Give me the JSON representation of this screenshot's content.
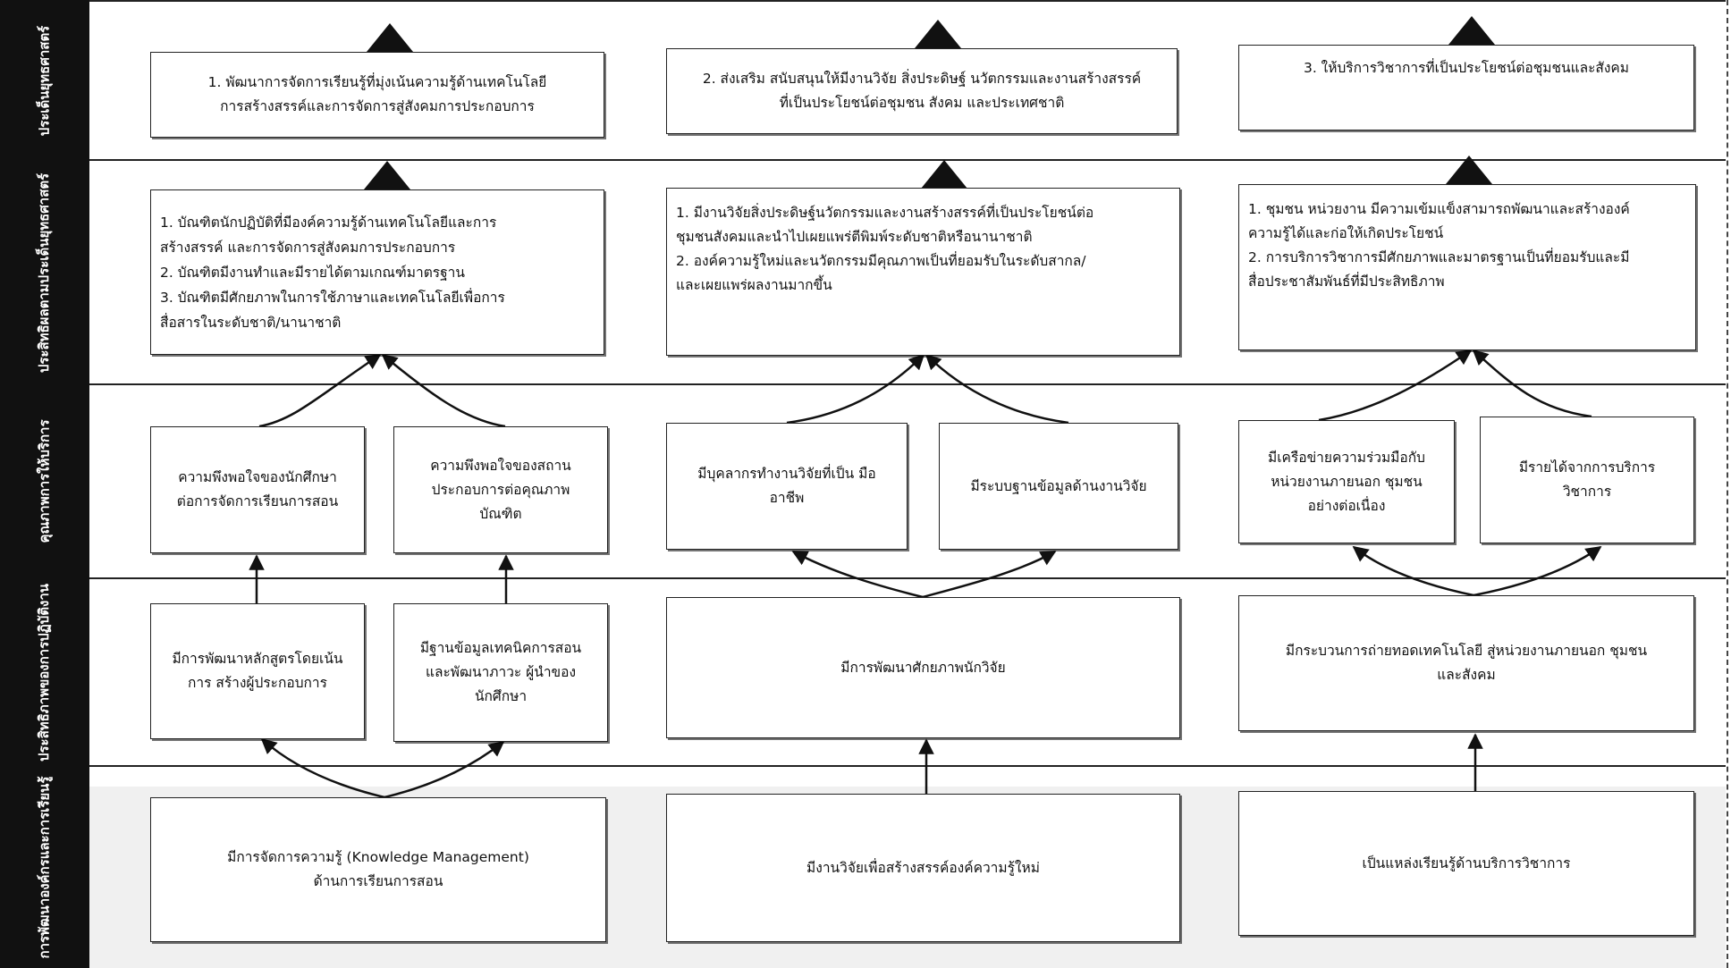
{
  "bands": [
    {
      "id": "strategy",
      "label": [
        "ประเด็นยุทธศาสตร์"
      ]
    },
    {
      "id": "outcome",
      "label": [
        "ประสิทธิผลตามประเด็น",
        "ยุทธศาสตร์"
      ]
    },
    {
      "id": "service",
      "label": [
        "คุณภาพการให้บริการ"
      ]
    },
    {
      "id": "process",
      "label": [
        "ประสิทธิภาพของการ",
        "ปฏิบัติงาน"
      ]
    },
    {
      "id": "learning",
      "label": [
        "การพัฒนาองค์กรและ",
        "การเรียนรู้"
      ]
    }
  ],
  "strategies": [
    {
      "lines": [
        "1. พัฒนาการจัดการเรียนรู้ที่มุ่งเน้นความรู้ด้านเทคโนโลยี",
        "การสร้างสรรค์และการจัดการสู่สังคมการประกอบการ"
      ]
    },
    {
      "lines": [
        "2. ส่งเสริม สนับสนุนให้มีงานวิจัย สิ่งประดิษฐ์ นวัตกรรมและงานสร้างสรรค์",
        "ที่เป็นประโยชน์ต่อชุมชน สังคม และประเทศชาติ"
      ]
    },
    {
      "lines": [
        "3. ให้บริการวิชาการที่เป็นประโยชน์ต่อชุมชนและสังคม"
      ]
    }
  ],
  "outcomes": [
    {
      "lines": [
        "1. บัณฑิตนักปฏิบัติที่มีองค์ความรู้ด้านเทคโนโลยีและการ",
        "สร้างสรรค์ และการจัดการสู่สังคมการประกอบการ",
        "2. บัณฑิตมีงานทำและมีรายได้ตามเกณฑ์มาตรฐาน",
        "3. บัณฑิตมีศักยภาพในการใช้ภาษาและเทคโนโลยีเพื่อการ",
        "สื่อสารในระดับชาติ/นานาชาติ"
      ]
    },
    {
      "lines": [
        "1. มีงานวิจัยสิ่งประดิษฐ์นวัตกรรมและงานสร้างสรรค์ที่เป็นประโยชน์ต่อ",
        "ชุมชนสังคมและนำไปเผยแพร่ตีพิมพ์ระดับชาติหรือนานาชาติ",
        "2. องค์ความรู้ใหม่และนวัตกรรมมีคุณภาพเป็นที่ยอมรับในระดับสากล/",
        "และเผยแพร่ผลงานมากขึ้น"
      ]
    },
    {
      "lines": [
        "1. ชุมชน หน่วยงาน มีความเข้มแข็งสามารถพัฒนาและสร้างองค์",
        "ความรู้ได้และก่อให้เกิดประโยชน์",
        "2. การบริการวิชาการมีศักยภาพและมาตรฐานเป็นที่ยอมรับและมี",
        "สื่อประชาสัมพันธ์ที่มีประสิทธิภาพ"
      ]
    }
  ],
  "services": [
    {
      "lines": [
        "ความพึงพอใจของนักศึกษา",
        "ต่อการจัดการเรียนการสอน"
      ]
    },
    {
      "lines": [
        "ความพึงพอใจของสถาน",
        "ประกอบการต่อคุณภาพ",
        "บัณฑิต"
      ]
    },
    {
      "lines": [
        "มีบุคลากรทำงานวิจัยที่เป็น มือ",
        "อาชีพ"
      ]
    },
    {
      "lines": [
        "มีระบบฐานข้อมูลด้านงานวิจัย"
      ]
    },
    {
      "lines": [
        "มีเครือข่ายความร่วมมือกับ",
        "หน่วยงานภายนอก ชุมชน",
        "อย่างต่อเนื่อง"
      ]
    },
    {
      "lines": [
        "มีรายได้จากการบริการ",
        "วิชาการ"
      ]
    }
  ],
  "processes": [
    {
      "lines": [
        "มีการพัฒนาหลักสูตรโดยเน้น",
        "การ สร้างผู้ประกอบการ"
      ]
    },
    {
      "lines": [
        "มีฐานข้อมูลเทคนิคการสอน",
        "และพัฒนาภาวะ ผู้นำของ",
        "นักศึกษา"
      ]
    },
    {
      "lines": [
        "มีการพัฒนาศักยภาพนักวิจัย"
      ]
    },
    {
      "lines": [
        "มีกระบวนการถ่ายทอดเทคโนโลยี สู่หน่วยงานภายนอก ชุมชน",
        "และสังคม"
      ]
    }
  ],
  "learnings": [
    {
      "lines": [
        "มีการจัดการความรู้ (Knowledge Management)",
        "ด้านการเรียนการสอน"
      ]
    },
    {
      "lines": [
        "มีงานวิจัยเพื่อสร้างสรรค์องค์ความรู้ใหม่"
      ]
    },
    {
      "lines": [
        "เป็นแหล่งเรียนรู้ด้านบริการวิชาการ"
      ]
    }
  ],
  "colors": {
    "ink": "#111111",
    "band_label_bg": "#111111",
    "band_label_text": "#ffffff"
  }
}
